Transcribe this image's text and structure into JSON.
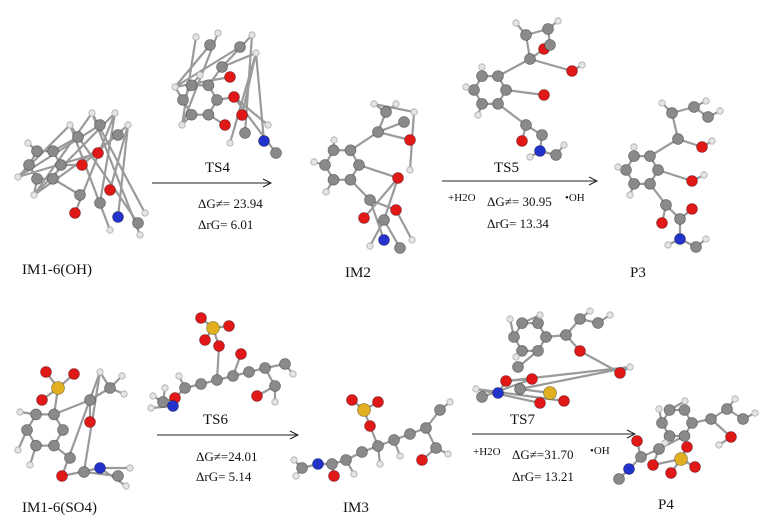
{
  "row1": {
    "start_label": "IM1-6(OH)",
    "step1": {
      "ts": "TS4",
      "dg": "ΔG≠= 23.94",
      "drg": "ΔrG= 6.01"
    },
    "mid_label": "IM2",
    "step2": {
      "ts": "TS5",
      "water": "+H2O",
      "dg": "ΔG≠= 30.95",
      "drg": "ΔrG= 13.34",
      "oh": "•OH"
    },
    "end_label": "P3"
  },
  "row2": {
    "start_label": "IM1-6(SO4)",
    "step1": {
      "ts": "TS6",
      "dg": "ΔG≠=24.01",
      "drg": "ΔrG= 5.14"
    },
    "mid_label": "IM3",
    "step2": {
      "ts": "TS7",
      "water": "+H2O",
      "dg": "ΔG≠=31.70",
      "drg": "ΔrG= 13.21",
      "oh": "•OH"
    },
    "end_label": "P4"
  },
  "colors": {
    "carbon": "#8a8a8a",
    "oxygen": "#e01818",
    "nitrogen": "#2233cc",
    "hydrogen": "#e4e4e4",
    "sulfur": "#e0b020"
  }
}
